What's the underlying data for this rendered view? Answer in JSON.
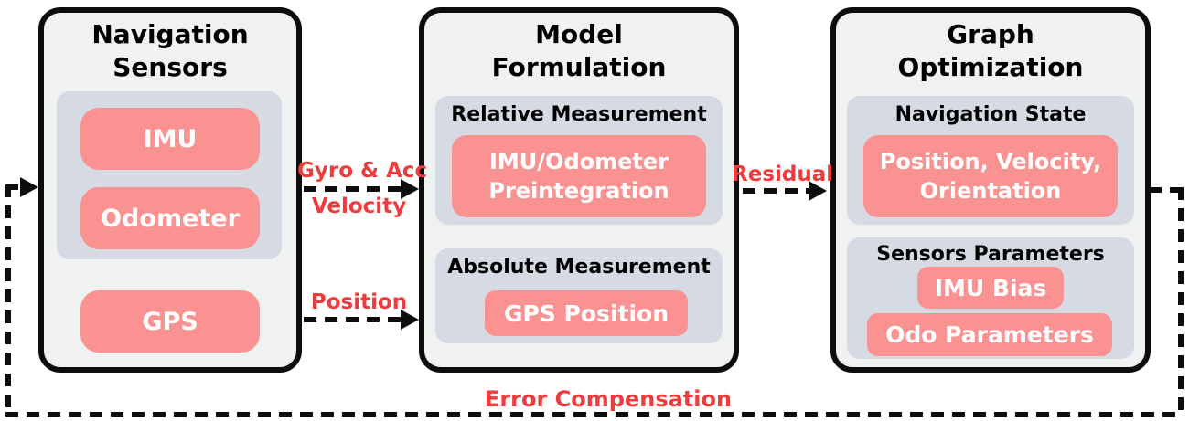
{
  "colors": {
    "line": "#0d0d0d",
    "box_bg": "#f0f1f1",
    "panel_bg": "#d5dae3",
    "chip_bg": "#fa9292",
    "chip_text": "#ffffff",
    "label_red": "#ee3c3c",
    "title_text": "#000000"
  },
  "nav_box": {
    "title_line1": "Navigation",
    "title_line2": "Sensors",
    "imu_label": "IMU",
    "odometer_label": "Odometer",
    "gps_label": "GPS"
  },
  "model_box": {
    "title_line1": "Model",
    "title_line2": "Formulation",
    "relative_panel_label": "Relative Measurement",
    "relative_chip_line1": "IMU/Odometer",
    "relative_chip_line2": "Preintegration",
    "absolute_panel_label": "Absolute Measurement",
    "absolute_chip_label": "GPS Position"
  },
  "graph_box": {
    "title_line1": "Graph",
    "title_line2": "Optimization",
    "nav_state_panel_label": "Navigation State",
    "nav_state_chip_line1": "Position, Velocity,",
    "nav_state_chip_line2": "Orientation",
    "sensors_panel_label": "Sensors Parameters",
    "imu_bias_chip_label": "IMU Bias",
    "odo_params_chip_label": "Odo Parameters"
  },
  "arrow_labels": {
    "gyro_acc": "Gyro & Acc",
    "velocity": "Velocity",
    "position": "Position",
    "residual": "Residual",
    "error_compensation": "Error Compensation"
  }
}
